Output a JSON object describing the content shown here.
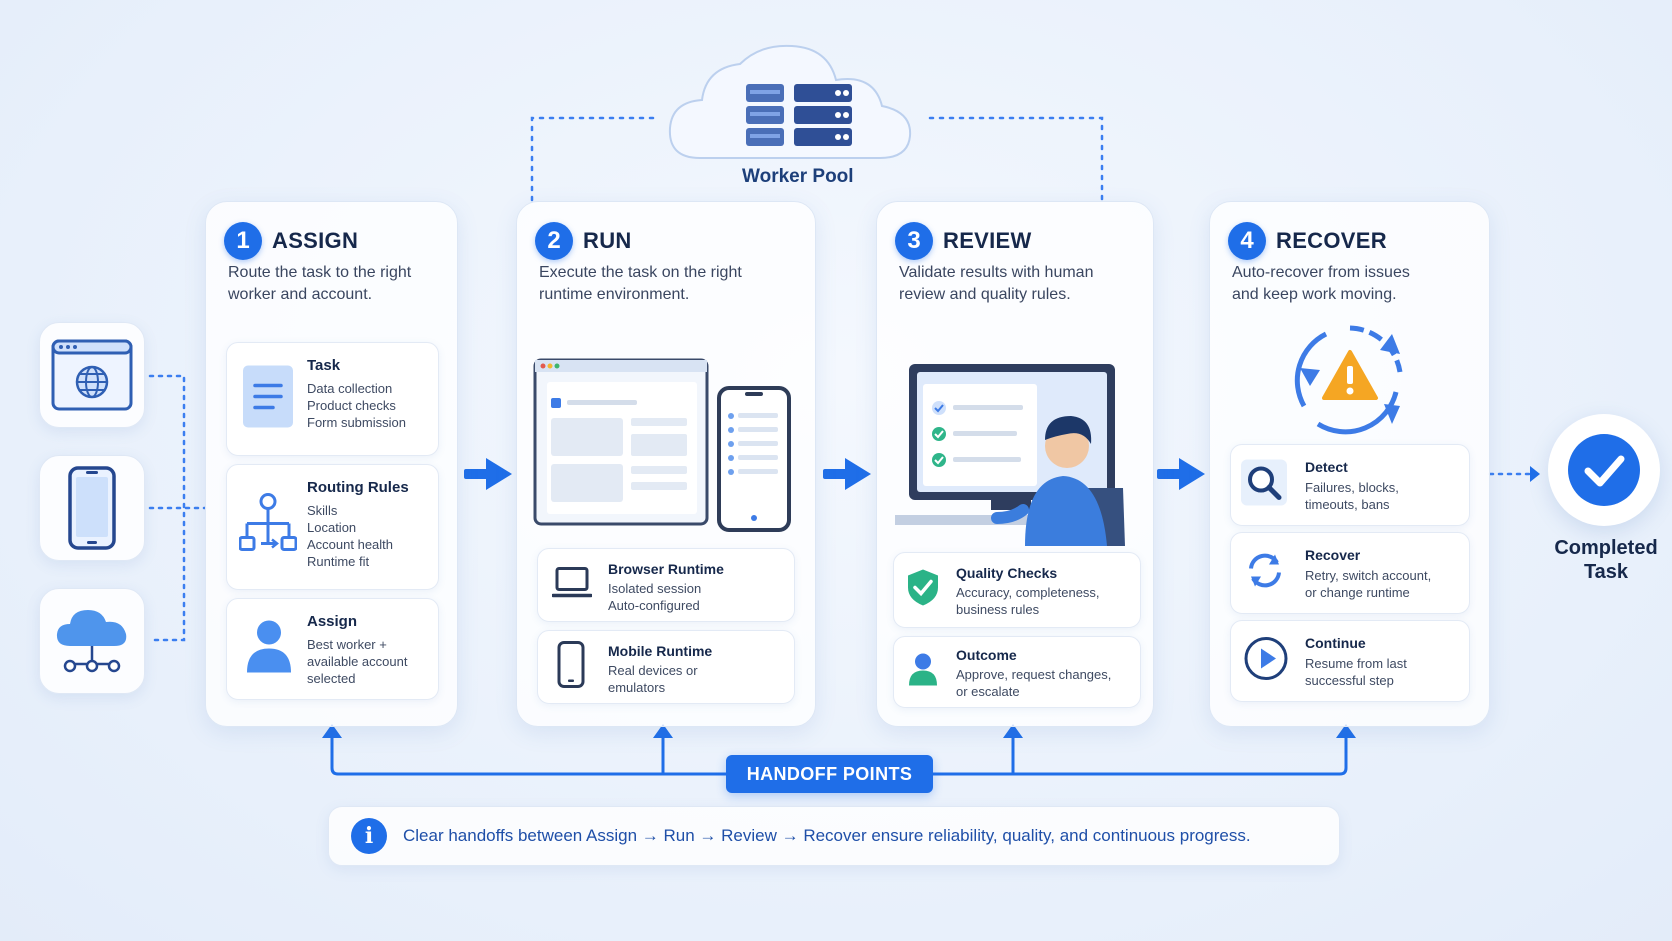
{
  "worker_pool": {
    "label": "Worker Pool"
  },
  "stages": [
    {
      "number": "1",
      "title": "ASSIGN",
      "description": "Route the task to the right worker and account.",
      "items": [
        {
          "title": "Task",
          "lines": [
            "Data collection",
            "Product checks",
            "Form submission"
          ],
          "icon": "document-icon"
        },
        {
          "title": "Routing Rules",
          "lines": [
            "Skills",
            "Location",
            "Account health",
            "Runtime fit"
          ],
          "icon": "routing-tree-icon"
        },
        {
          "title": "Assign",
          "lines": [
            "Best worker +",
            "available account",
            "selected"
          ],
          "icon": "user-icon"
        }
      ]
    },
    {
      "number": "2",
      "title": "RUN",
      "description": "Execute the task on the right runtime environment.",
      "items": [
        {
          "title": "Browser Runtime",
          "lines": [
            "Isolated session",
            "Auto-configured"
          ],
          "icon": "laptop-icon"
        },
        {
          "title": "Mobile Runtime",
          "lines": [
            "Real devices or",
            "emulators"
          ],
          "icon": "phone-icon"
        }
      ]
    },
    {
      "number": "3",
      "title": "REVIEW",
      "description": "Validate results with human review and quality rules.",
      "items": [
        {
          "title": "Quality Checks",
          "lines": [
            "Accuracy, completeness,",
            "business rules"
          ],
          "icon": "shield-check-icon"
        },
        {
          "title": "Outcome",
          "lines": [
            "Approve, request changes,",
            "or escalate"
          ],
          "icon": "person-icon"
        }
      ]
    },
    {
      "number": "4",
      "title": "RECOVER",
      "description": "Auto-recover from issues and keep work moving.",
      "items": [
        {
          "title": "Detect",
          "lines": [
            "Failures, blocks,",
            "timeouts, bans"
          ],
          "icon": "search-icon"
        },
        {
          "title": "Recover",
          "lines": [
            "Retry, switch account,",
            "or change runtime"
          ],
          "icon": "refresh-icon"
        },
        {
          "title": "Continue",
          "lines": [
            "Resume from last",
            "successful step"
          ],
          "icon": "play-icon"
        }
      ]
    }
  ],
  "sources": [
    {
      "icon": "browser-globe-icon"
    },
    {
      "icon": "smartphone-icon"
    },
    {
      "icon": "cloud-network-icon"
    }
  ],
  "completed": {
    "line1": "Completed",
    "line2": "Task"
  },
  "handoff": {
    "label": "HANDOFF POINTS"
  },
  "footer": {
    "text": "Clear handoffs between Assign → Run → Review → Recover ensure reliability, quality, and continuous progress."
  },
  "colors": {
    "accent": "#1f6ee8",
    "dark_text": "#16284b",
    "background": "#e8f0fb",
    "warning": "#f5a623",
    "success": "#22b07d"
  }
}
